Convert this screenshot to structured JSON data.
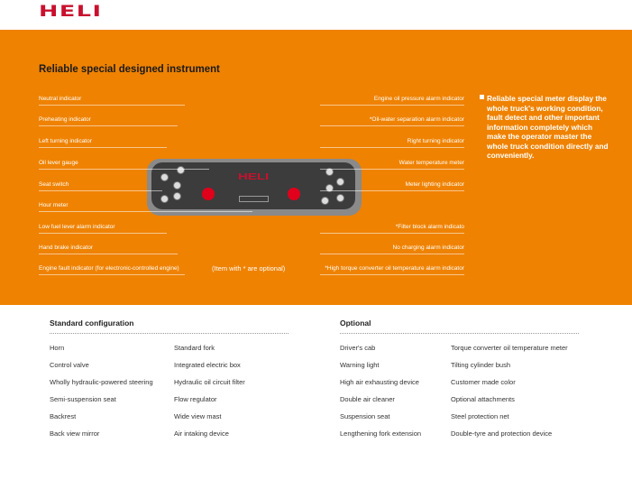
{
  "brand": "HELI",
  "section_title": "Reliable special designed instrument",
  "left_labels": [
    "Neutral indicator",
    "Preheating indicator",
    "Left turning indicator",
    "Oil lever gauge",
    "Seat switch",
    "Hour meter",
    "Low fuel lever alarm indicator",
    "Hand brake indicator",
    "Engine fault indicator (for electronic-controlled engine)"
  ],
  "right_labels": [
    "Engine oil pressure alarm indicator",
    "*Oil-water separation alarm indicator",
    "Right turning indicator",
    "Water temperature meter",
    "Meter lighting indicator",
    "*Filter block alarm indicato",
    "No charging alarm indicator",
    "*High torque converter oil temperature alarm indicator"
  ],
  "optional_note": "(Item with * are optional)",
  "description": "Reliable special meter display the whole truck's working condition, fault detect and other important information completely which make the operator master the whole truck condition directly and conveniently.",
  "standard": {
    "title": "Standard configuration",
    "col1": [
      "Horn",
      "Control valve",
      "Wholly hydraulic-powered steering",
      "Semi-suspension seat",
      "Backrest",
      "Back view mirror"
    ],
    "col2": [
      "Standard fork",
      "Integrated electric box",
      "Hydraulic oil circuit filter",
      "Flow regulator",
      "Wide view mast",
      "Air intaking device"
    ]
  },
  "optional": {
    "title": "Optional",
    "col1": [
      "Driver's cab",
      "Warning light",
      "High air exhausting device",
      "Double air cleaner",
      "Suspension seat",
      "Lengthening fork extension"
    ],
    "col2": [
      "Torque converter oil temperature meter",
      "Tilting cylinder bush",
      "Customer made color",
      "Optional attachments",
      "Steel protection net",
      "Double-tyre and protection device"
    ]
  },
  "colors": {
    "orange": "#ef8200",
    "brand_red": "#c8102e"
  }
}
